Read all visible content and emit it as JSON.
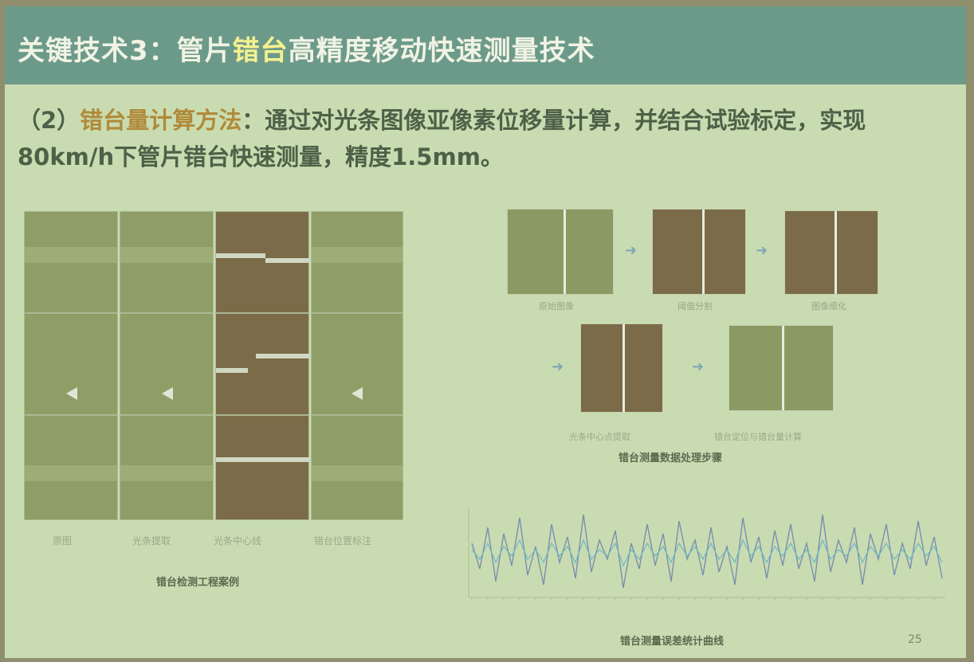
{
  "header": {
    "title_pre": "关键技术3：管片",
    "title_hl": "错台",
    "title_post": "高精度移动快速测量技术"
  },
  "intro": {
    "prefix": "（2）",
    "topic": "错台量计算方法",
    "body": "：通过对光条图像亚像素位移量计算，并结合试验标定，实现80km/h下管片错台快速测量，精度1.5mm。"
  },
  "left_panel": {
    "column_labels": [
      "原图",
      "光条提取",
      "光条中心线",
      "错台位置标注"
    ],
    "caption": "错台检测工程案例"
  },
  "right_panel": {
    "step_labels": [
      "原始图像",
      "阈值分割",
      "图像细化",
      "光条中心点提取",
      "错台定位与错台量计算"
    ],
    "caption": "错台测量数据处理步骤"
  },
  "chart_data": {
    "type": "line",
    "title": "",
    "caption": "错台测量误差统计曲线",
    "xlabel": "",
    "ylabel": "",
    "series": [
      {
        "values": [
          0.3,
          -0.5,
          0.8,
          -0.9,
          0.6,
          -0.4,
          1.1,
          -0.7,
          0.2,
          -1.0,
          0.9,
          -0.3,
          0.5,
          -0.8,
          1.2,
          -0.6,
          0.4,
          -0.2,
          0.7,
          -1.1,
          0.3,
          -0.5,
          0.9,
          -0.4,
          0.6,
          -0.9,
          1.0,
          -0.2,
          0.4,
          -0.7,
          0.8,
          -0.6,
          0.2,
          -1.0,
          1.1,
          -0.3,
          0.5,
          -0.8,
          0.7,
          -0.4,
          0.9,
          -0.5,
          0.3,
          -0.9,
          1.2,
          -0.6,
          0.4,
          -0.3,
          0.8,
          -1.0,
          0.6,
          -0.2,
          0.9,
          -0.7,
          0.3,
          -0.5,
          1.0,
          -0.4,
          0.5,
          -0.8
        ]
      },
      {
        "values": [
          0.1,
          -0.2,
          0.3,
          -0.3,
          0.2,
          -0.1,
          0.4,
          -0.2,
          0.1,
          -0.3,
          0.3,
          -0.1,
          0.2,
          -0.3,
          0.4,
          -0.2,
          0.1,
          -0.1,
          0.3,
          -0.4,
          0.1,
          -0.2,
          0.3,
          -0.1,
          0.2,
          -0.3,
          0.3,
          -0.1,
          0.2,
          -0.2,
          0.3,
          -0.2,
          0.1,
          -0.3,
          0.4,
          -0.1,
          0.2,
          -0.3,
          0.2,
          -0.1,
          0.3,
          -0.2,
          0.1,
          -0.3,
          0.4,
          -0.2,
          0.1,
          -0.1,
          0.3,
          -0.3,
          0.2,
          -0.1,
          0.3,
          -0.2,
          0.1,
          -0.2,
          0.3,
          -0.1,
          0.2,
          -0.3
        ]
      }
    ]
  },
  "page": {
    "number": "25"
  },
  "colors": {
    "header_bg": "#6c9a8a",
    "slide_bg": "#c9dcb1",
    "highlight": "#f4f18e",
    "series_a": "#7a8fae",
    "series_b": "#6fb8c4"
  }
}
